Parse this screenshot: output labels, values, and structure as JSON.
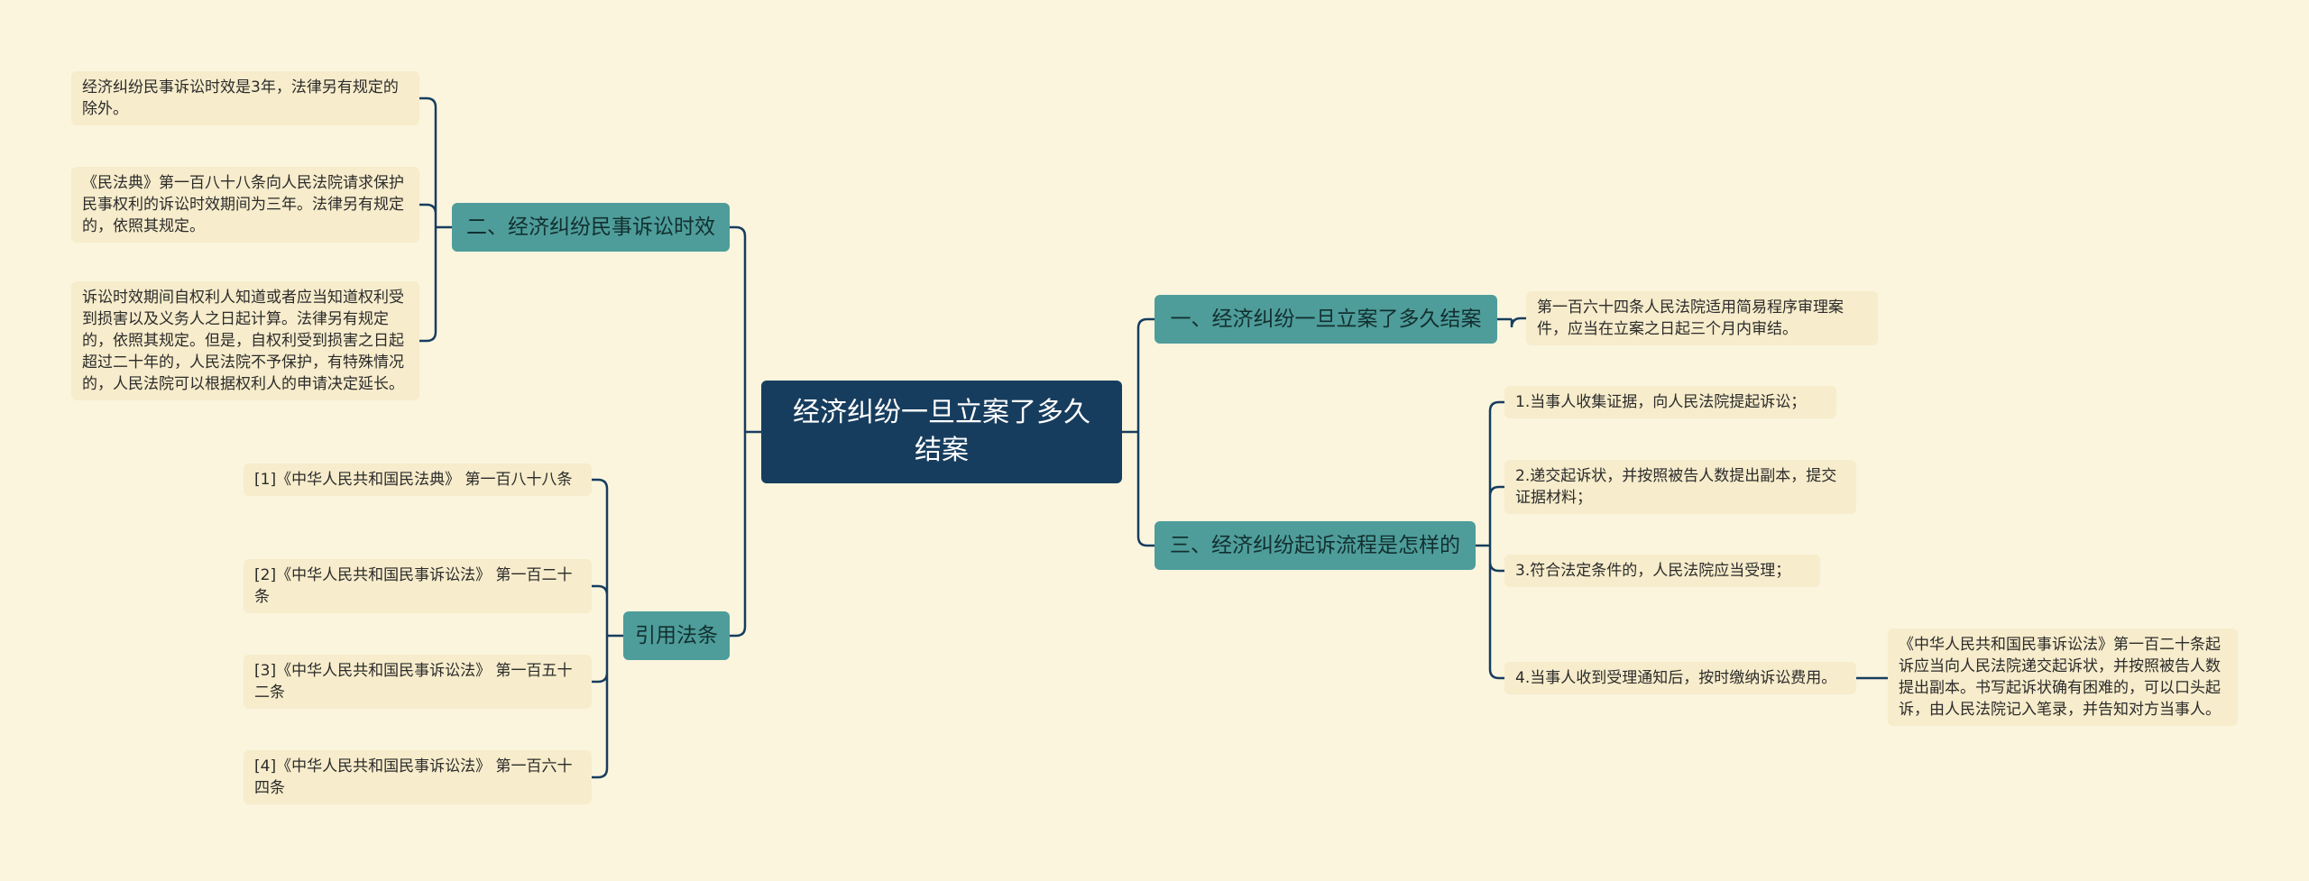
{
  "root": {
    "title": "经济纠纷一旦立案了多久结案"
  },
  "branches": {
    "b1": {
      "label": "一、经济纠纷一旦立案了多久结案",
      "leaves": [
        "第一百六十四条人民法院适用简易程序审理案件，应当在立案之日起三个月内审结。"
      ]
    },
    "b2": {
      "label": "二、经济纠纷民事诉讼时效",
      "leaves": [
        "经济纠纷民事诉讼时效是3年，法律另有规定的除外。",
        "《民法典》第一百八十八条向人民法院请求保护民事权利的诉讼时效期间为三年。法律另有规定的，依照其规定。",
        "诉讼时效期间自权利人知道或者应当知道权利受到损害以及义务人之日起计算。法律另有规定的，依照其规定。但是，自权利受到损害之日起超过二十年的，人民法院不予保护，有特殊情况的，人民法院可以根据权利人的申请决定延长。"
      ]
    },
    "b3": {
      "label": "三、经济纠纷起诉流程是怎样的",
      "leaves": [
        "1.当事人收集证据，向人民法院提起诉讼；",
        "2.递交起诉状，并按照被告人数提出副本，提交证据材料；",
        "3.符合法定条件的，人民法院应当受理；",
        "4.当事人收到受理通知后，按时缴纳诉讼费用。"
      ],
      "sub_leaf": "《中华人民共和国民事诉讼法》第一百二十条起诉应当向人民法院递交起诉状，并按照被告人数提出副本。书写起诉状确有困难的，可以口头起诉，由人民法院记入笔录，并告知对方当事人。"
    },
    "b4": {
      "label": "引用法条",
      "leaves": [
        "[1]《中华人民共和国民法典》 第一百八十八条",
        "[2]《中华人民共和国民事诉讼法》 第一百二十条",
        "[3]《中华人民共和国民事诉讼法》 第一百五十二条",
        "[4]《中华人民共和国民事诉讼法》 第一百六十四条"
      ]
    }
  },
  "colors": {
    "background": "#fbf5de",
    "root": "#173d5e",
    "branch": "#4e9d9b",
    "leaf": "#f7eccb",
    "line": "#173d5e"
  }
}
